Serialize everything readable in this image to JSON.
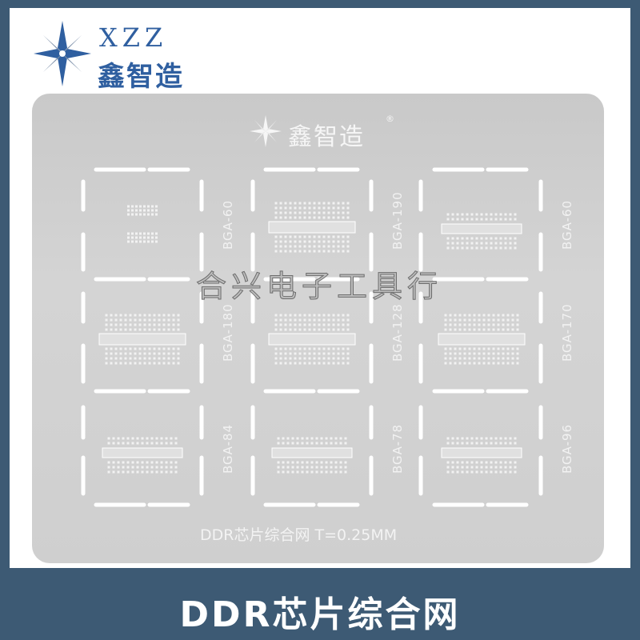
{
  "brand": {
    "name_en": "XZZ",
    "name_cn": "鑫智造",
    "color": "#2f5fa0"
  },
  "stencil": {
    "logo_cn": "鑫智造",
    "registered_mark": "®",
    "watermark": "合兴电子工具行",
    "spec": "DDR芯片综合网  T=0.25MM",
    "packages": [
      {
        "label": "BGA-60",
        "style": "split"
      },
      {
        "label": "BGA-190",
        "style": "bar"
      },
      {
        "label": "BGA-60",
        "style": "bar-small"
      },
      {
        "label": "BGA-180",
        "style": "bar"
      },
      {
        "label": "BGA-128",
        "style": "bar"
      },
      {
        "label": "BGA-170",
        "style": "bar"
      },
      {
        "label": "BGA-84",
        "style": "bar-small"
      },
      {
        "label": "BGA-78",
        "style": "bar-small"
      },
      {
        "label": "BGA-96",
        "style": "bar-small"
      }
    ]
  },
  "footer": {
    "title": "DDR芯片综合网",
    "background": "#3d5a74"
  }
}
